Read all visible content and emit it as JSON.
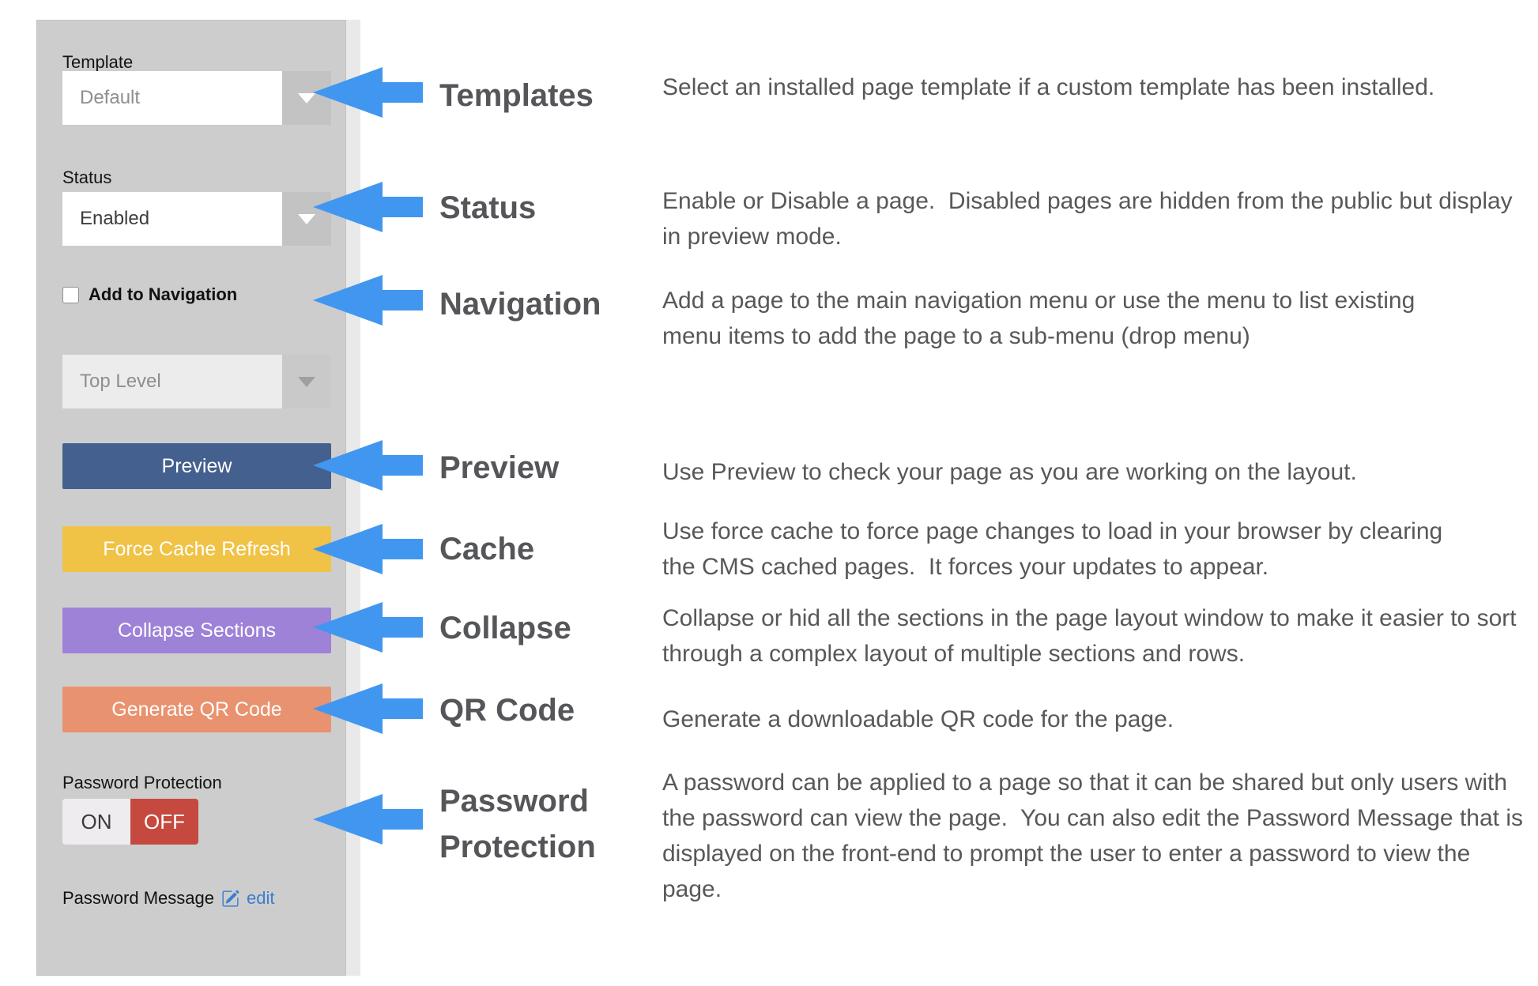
{
  "panel": {
    "template_label": "Template",
    "template_value": "Default",
    "status_label": "Status",
    "status_value": "Enabled",
    "add_to_navigation_label": "Add to Navigation",
    "nav_menu_value": "Top Level",
    "preview_button": "Preview",
    "force_cache_button": "Force Cache Refresh",
    "collapse_button": "Collapse Sections",
    "qr_button": "Generate QR Code",
    "password_protection_label": "Password Protection",
    "toggle_on": "ON",
    "toggle_off": "OFF",
    "password_message_label": "Password Message",
    "password_message_edit": "edit"
  },
  "annotations": [
    {
      "label": "Templates",
      "description": "Select an installed page template if a custom template has been installed."
    },
    {
      "label": "Status",
      "description": "Enable or Disable a page.  Disabled pages are hidden from the public but display in preview mode."
    },
    {
      "label": "Navigation",
      "description": "Add a page to the main navigation menu or use the menu to list existing menu items to add the page to a sub-menu (drop menu)"
    },
    {
      "label": "Preview",
      "description": "Use Preview to check your page as you are working on the layout."
    },
    {
      "label": "Cache",
      "description": "Use force cache to force page changes to load in your browser by clearing the CMS cached pages.  It forces your updates to appear."
    },
    {
      "label": "Collapse",
      "description": "Collapse or hid all the sections in the page layout window to make it easier to sort through a complex layout of multiple sections and rows."
    },
    {
      "label": "QR Code",
      "description": "Generate a downloadable QR code for the page."
    },
    {
      "label": "Password Protection",
      "description": "A password can be applied to a page so that it can be shared but only users with the password can view the page.  You can also edit the Password Message that is displayed on the front-end to prompt the user to enter a password to view the page."
    }
  ],
  "colors": {
    "panel_bg": "#cdcdcd",
    "arrow_blue": "#4197f0",
    "preview_button": "#44608e",
    "cache_button": "#f0c246",
    "collapse_button": "#9d82d8",
    "qr_button": "#e9926f",
    "toggle_off_red": "#c5493f",
    "toggle_on_bg": "#eeecee",
    "edit_link": "#3b7ed0"
  }
}
